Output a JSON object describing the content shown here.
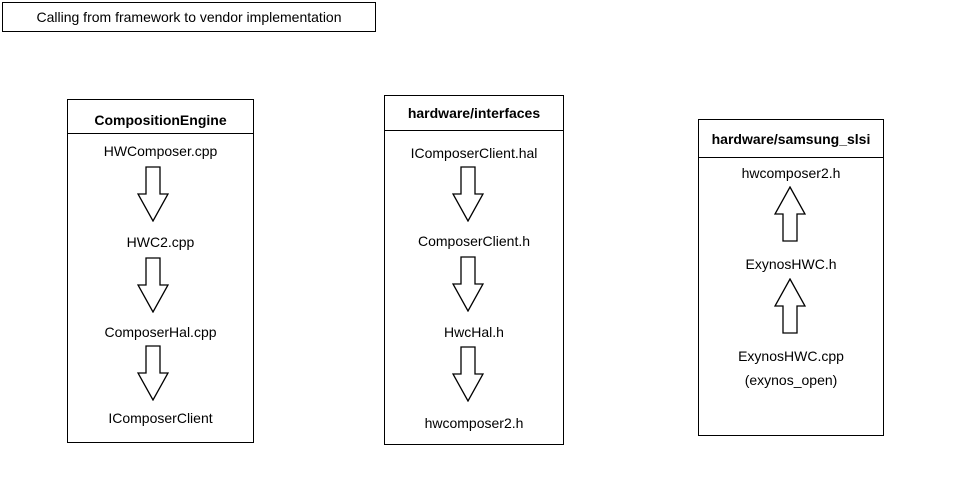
{
  "title": "Calling from framework to vendor implementation",
  "columns": [
    {
      "header": "CompositionEngine",
      "items": [
        "HWComposer.cpp",
        "HWC2.cpp",
        "ComposerHal.cpp",
        "IComposerClient"
      ],
      "arrow_direction": "down"
    },
    {
      "header": "hardware/interfaces",
      "items": [
        "IComposerClient.hal",
        "ComposerClient.h",
        "HwcHal.h",
        "hwcomposer2.h"
      ],
      "arrow_direction": "down"
    },
    {
      "header": "hardware/samsung_slsi",
      "items": [
        "hwcomposer2.h",
        "ExynosHWC.h",
        "ExynosHWC.cpp",
        "(exynos_open)"
      ],
      "arrow_direction": "up"
    }
  ]
}
